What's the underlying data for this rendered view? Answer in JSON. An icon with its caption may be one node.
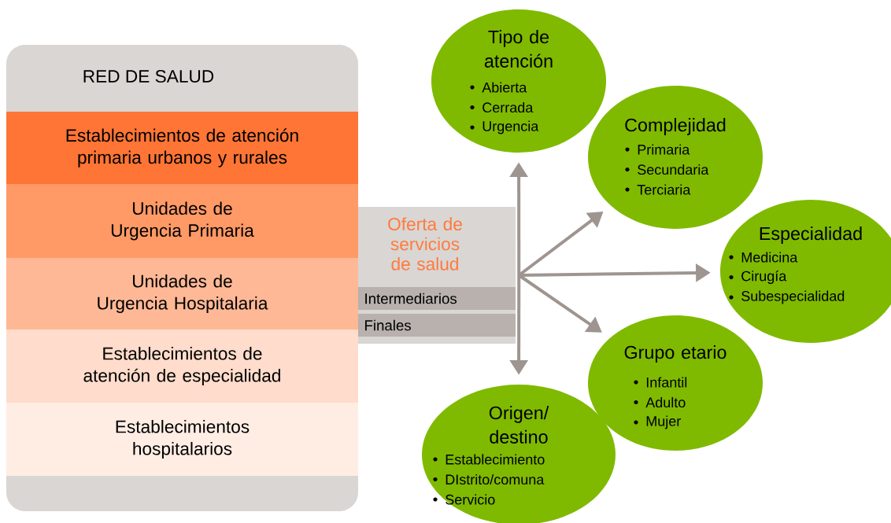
{
  "diagram": {
    "nodes": [
      {
        "text": [
          "RED DE SALUD"
        ]
      },
      {
        "text": [
          "Establecimientos de atención primaria urbanos y rurales"
        ],
        "in": 0
      },
      {
        "text": [
          "Unidades de Urgencia Primaria"
        ],
        "in": 0
      },
      {
        "text": [
          "Unidades de Urgencia Hospitalaria"
        ],
        "in": 0
      },
      {
        "text": [
          "Establecimientos de atención de especialidad"
        ],
        "in": 0
      },
      {
        "text": [
          "Establecimientos hospitalarios"
        ],
        "in": 0
      },
      {
        "text": [
          "Oferta de servicios de salud"
        ]
      },
      {
        "text": [
          "Intermediarios"
        ],
        "in": 6
      },
      {
        "text": [
          "Finales"
        ],
        "in": 6
      },
      {
        "text": [
          "Tipo de atención",
          "Abierta",
          "Cerrada",
          "Urgencia"
        ]
      },
      {
        "text": [
          "Complejidad",
          "Primaria",
          "Secundaria",
          "Terciaria"
        ]
      },
      {
        "text": [
          "Especialidad",
          "Medicina",
          "Cirugía",
          "Subespecialidad"
        ]
      },
      {
        "text": [
          "Grupo etario",
          "Infantil",
          "Adulto",
          "Mujer"
        ]
      },
      {
        "text": [
          "Origen/ destino",
          "Establecimiento",
          "DIstrito/comuna",
          "Servicio"
        ]
      }
    ],
    "edges": [
      {
        "from": 6,
        "to": 9,
        "arrow": "to"
      },
      {
        "from": 6,
        "to": 10,
        "arrow": "to"
      },
      {
        "from": 6,
        "to": 11,
        "arrow": "to"
      },
      {
        "from": 6,
        "to": 12,
        "arrow": "to"
      },
      {
        "from": 6,
        "to": 13,
        "arrow": "to"
      }
    ]
  }
}
